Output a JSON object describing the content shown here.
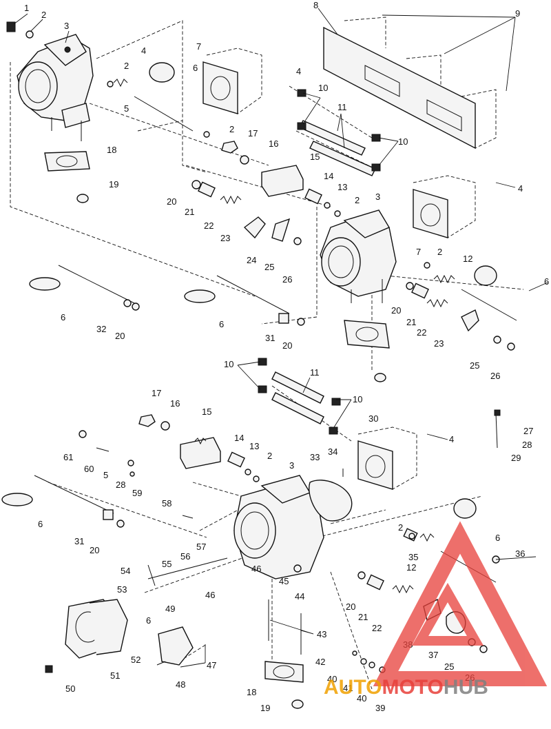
{
  "callouts": [
    {
      "id": "c1",
      "label": "1"
    },
    {
      "id": "c2a",
      "label": "2"
    },
    {
      "id": "c3a",
      "label": "3"
    },
    {
      "id": "c4a",
      "label": "4"
    },
    {
      "id": "c2b",
      "label": "2"
    },
    {
      "id": "c5a",
      "label": "5"
    },
    {
      "id": "c6a",
      "label": "6"
    },
    {
      "id": "c7a",
      "label": "7"
    },
    {
      "id": "c4b",
      "label": "4"
    },
    {
      "id": "c8",
      "label": "8"
    },
    {
      "id": "c9",
      "label": "9"
    },
    {
      "id": "c10a",
      "label": "10"
    },
    {
      "id": "c11a",
      "label": "11"
    },
    {
      "id": "c10b",
      "label": "10"
    },
    {
      "id": "c2c",
      "label": "2"
    },
    {
      "id": "c17a",
      "label": "17"
    },
    {
      "id": "c16a",
      "label": "16"
    },
    {
      "id": "c18a",
      "label": "18"
    },
    {
      "id": "c15a",
      "label": "15"
    },
    {
      "id": "c19a",
      "label": "19"
    },
    {
      "id": "c14a",
      "label": "14"
    },
    {
      "id": "c13a",
      "label": "13"
    },
    {
      "id": "c2d",
      "label": "2"
    },
    {
      "id": "c4c",
      "label": "4"
    },
    {
      "id": "c20a",
      "label": "20"
    },
    {
      "id": "c21a",
      "label": "21"
    },
    {
      "id": "c22a",
      "label": "22"
    },
    {
      "id": "c3b",
      "label": "3"
    },
    {
      "id": "c23a",
      "label": "23"
    },
    {
      "id": "c24",
      "label": "24"
    },
    {
      "id": "c25a",
      "label": "25"
    },
    {
      "id": "c26a",
      "label": "26"
    },
    {
      "id": "c7b",
      "label": "7"
    },
    {
      "id": "c2e",
      "label": "2"
    },
    {
      "id": "c12a",
      "label": "12"
    },
    {
      "id": "c6b",
      "label": "6"
    },
    {
      "id": "c6c",
      "label": "6"
    },
    {
      "id": "c32",
      "label": "32"
    },
    {
      "id": "c20b",
      "label": "20"
    },
    {
      "id": "c6d",
      "label": "6"
    },
    {
      "id": "c31a",
      "label": "31"
    },
    {
      "id": "c20c",
      "label": "20"
    },
    {
      "id": "c20d",
      "label": "20"
    },
    {
      "id": "c21b",
      "label": "21"
    },
    {
      "id": "c22b",
      "label": "22"
    },
    {
      "id": "c23b",
      "label": "23"
    },
    {
      "id": "c25b",
      "label": "25"
    },
    {
      "id": "c26b",
      "label": "26"
    },
    {
      "id": "c10c",
      "label": "10"
    },
    {
      "id": "c11b",
      "label": "11"
    },
    {
      "id": "c10d",
      "label": "10"
    },
    {
      "id": "c17b",
      "label": "17"
    },
    {
      "id": "c16b",
      "label": "16"
    },
    {
      "id": "c15b",
      "label": "15"
    },
    {
      "id": "c30",
      "label": "30"
    },
    {
      "id": "c27",
      "label": "27"
    },
    {
      "id": "c28a",
      "label": "28"
    },
    {
      "id": "c29",
      "label": "29"
    },
    {
      "id": "c14b",
      "label": "14"
    },
    {
      "id": "c13b",
      "label": "13"
    },
    {
      "id": "c2f",
      "label": "2"
    },
    {
      "id": "c3c",
      "label": "3"
    },
    {
      "id": "c33",
      "label": "33"
    },
    {
      "id": "c34",
      "label": "34"
    },
    {
      "id": "c4d",
      "label": "4"
    },
    {
      "id": "c61",
      "label": "61"
    },
    {
      "id": "c60",
      "label": "60"
    },
    {
      "id": "c5b",
      "label": "5"
    },
    {
      "id": "c28b",
      "label": "28"
    },
    {
      "id": "c59",
      "label": "59"
    },
    {
      "id": "c6e",
      "label": "6"
    },
    {
      "id": "c31b",
      "label": "31"
    },
    {
      "id": "c20e",
      "label": "20"
    },
    {
      "id": "c58",
      "label": "58"
    },
    {
      "id": "c57",
      "label": "57"
    },
    {
      "id": "c56",
      "label": "56"
    },
    {
      "id": "c55",
      "label": "55"
    },
    {
      "id": "c54",
      "label": "54"
    },
    {
      "id": "c53",
      "label": "53"
    },
    {
      "id": "c46a",
      "label": "46"
    },
    {
      "id": "c46b",
      "label": "46"
    },
    {
      "id": "c45",
      "label": "45"
    },
    {
      "id": "c44",
      "label": "44"
    },
    {
      "id": "c6f",
      "label": "6"
    },
    {
      "id": "c2g",
      "label": "2"
    },
    {
      "id": "c35",
      "label": "35"
    },
    {
      "id": "c12b",
      "label": "12"
    },
    {
      "id": "c36",
      "label": "36"
    },
    {
      "id": "c6g",
      "label": "6"
    },
    {
      "id": "c20f",
      "label": "20"
    },
    {
      "id": "c21c",
      "label": "21"
    },
    {
      "id": "c22c",
      "label": "22"
    },
    {
      "id": "c38",
      "label": "38"
    },
    {
      "id": "c37",
      "label": "37"
    },
    {
      "id": "c49",
      "label": "49"
    },
    {
      "id": "c43",
      "label": "43"
    },
    {
      "id": "c47",
      "label": "47"
    },
    {
      "id": "c51",
      "label": "51"
    },
    {
      "id": "c52",
      "label": "52"
    },
    {
      "id": "c50",
      "label": "50"
    },
    {
      "id": "c48",
      "label": "48"
    },
    {
      "id": "c18b",
      "label": "18"
    },
    {
      "id": "c42",
      "label": "42"
    },
    {
      "id": "c40a",
      "label": "40"
    },
    {
      "id": "c41",
      "label": "41"
    },
    {
      "id": "c40b",
      "label": "40"
    },
    {
      "id": "c39",
      "label": "39"
    },
    {
      "id": "c19b",
      "label": "19"
    },
    {
      "id": "c25c",
      "label": "25"
    },
    {
      "id": "c26c",
      "label": "26"
    }
  ],
  "watermark": {
    "brand_part1": "AUTO",
    "brand_part2": "MOTO",
    "brand_part3": "HUB",
    "color_red": "#e8403a",
    "color_orange": "#f0a000",
    "color_gray": "#808080"
  }
}
